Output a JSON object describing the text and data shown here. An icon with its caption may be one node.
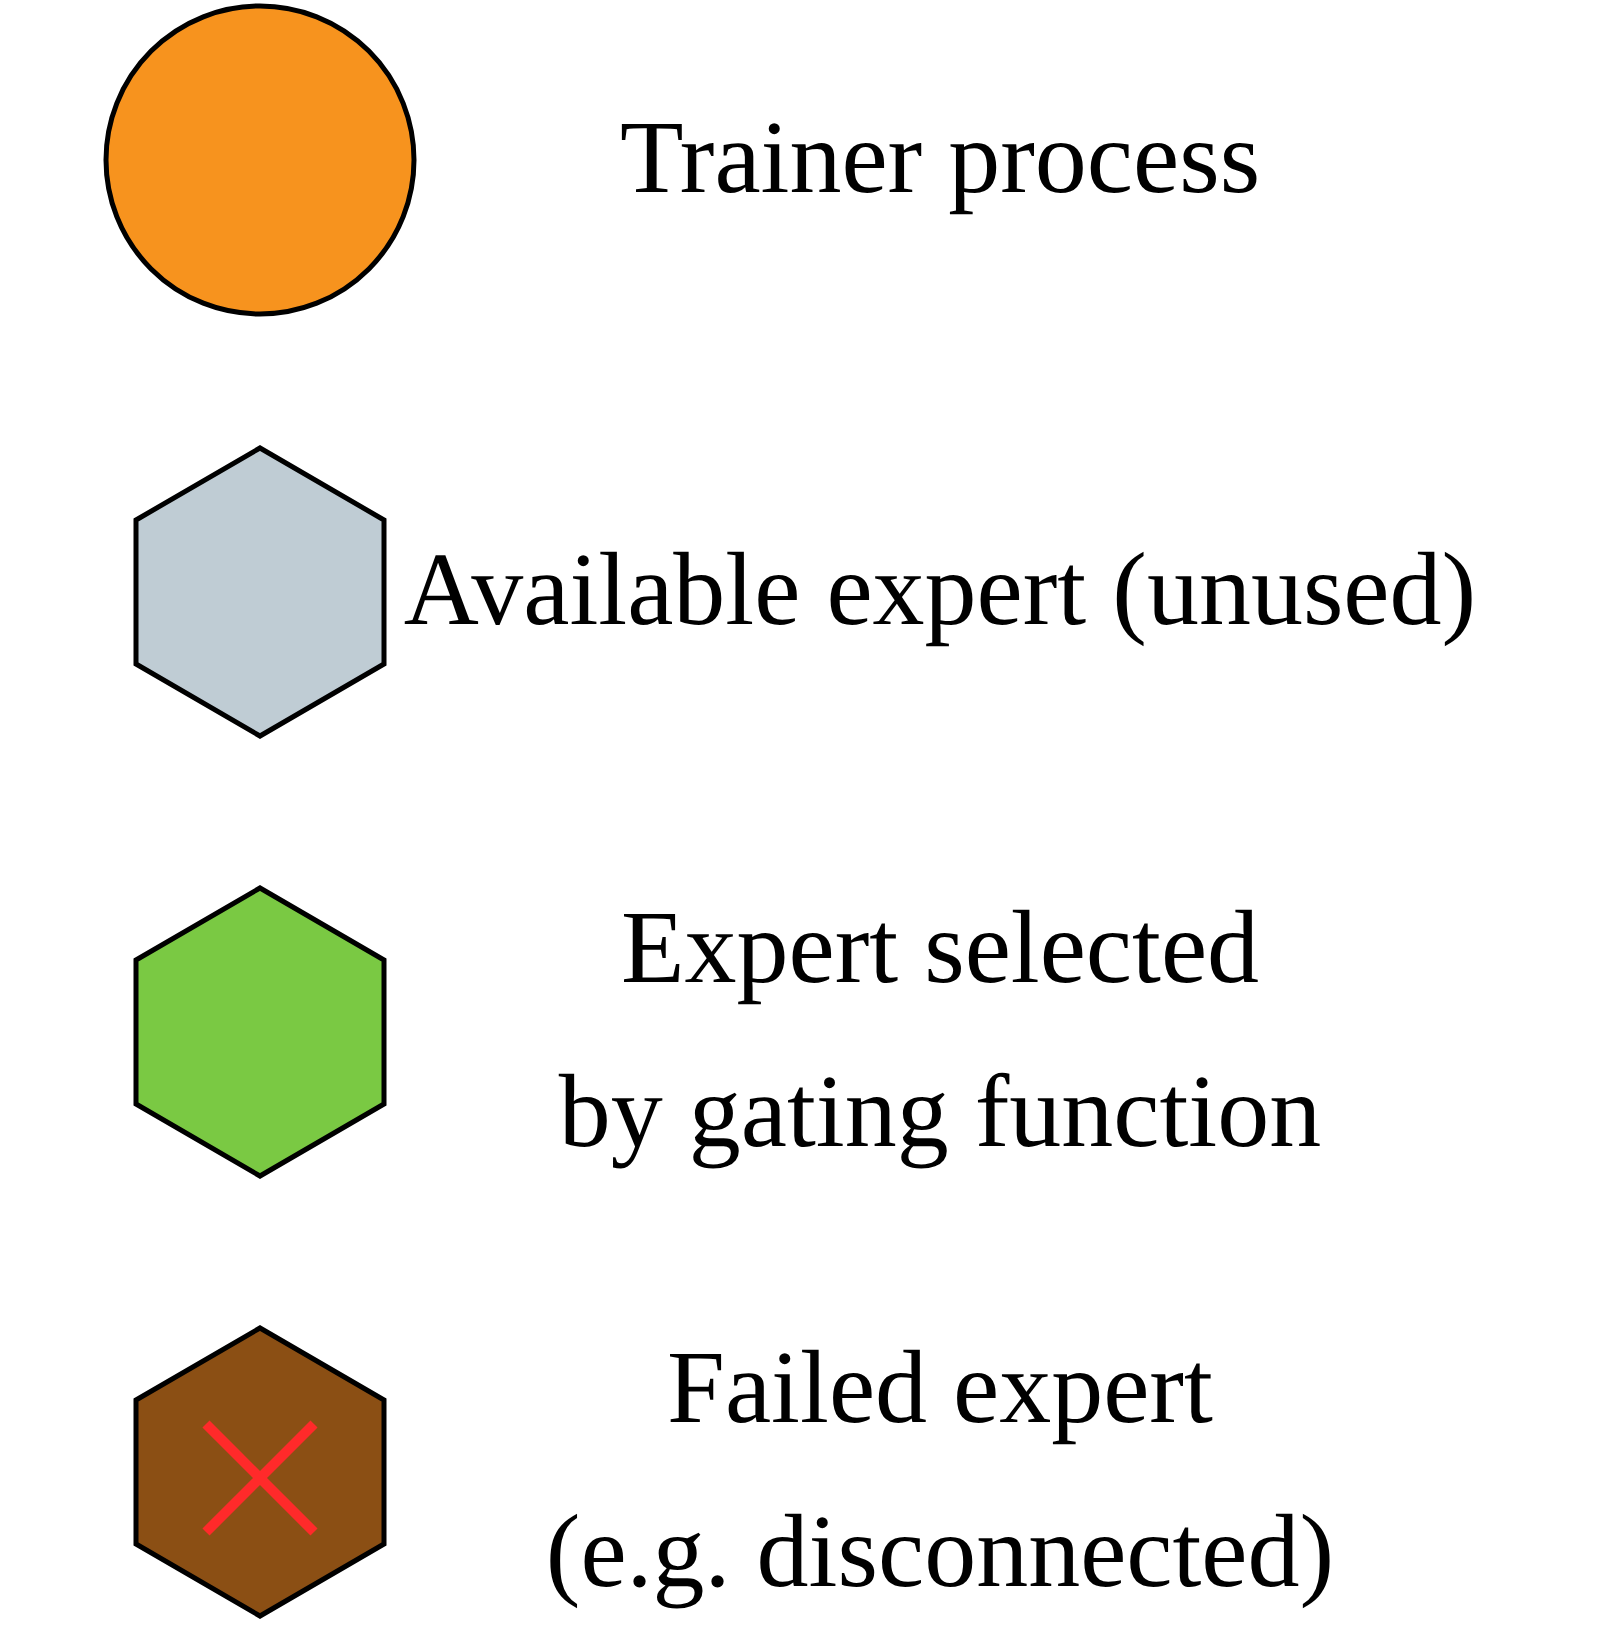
{
  "diagram": {
    "legend": [
      {
        "text": "Trainer process",
        "color": "#f7931e"
      },
      {
        "text": "Available expert (unused)",
        "color": "#bfccd4"
      },
      {
        "text": "Expert selected by gating function",
        "color": "#7ac943"
      },
      {
        "text": "Failed expert (e.g. disconnected)",
        "color": "#8b4f14"
      }
    ]
  }
}
